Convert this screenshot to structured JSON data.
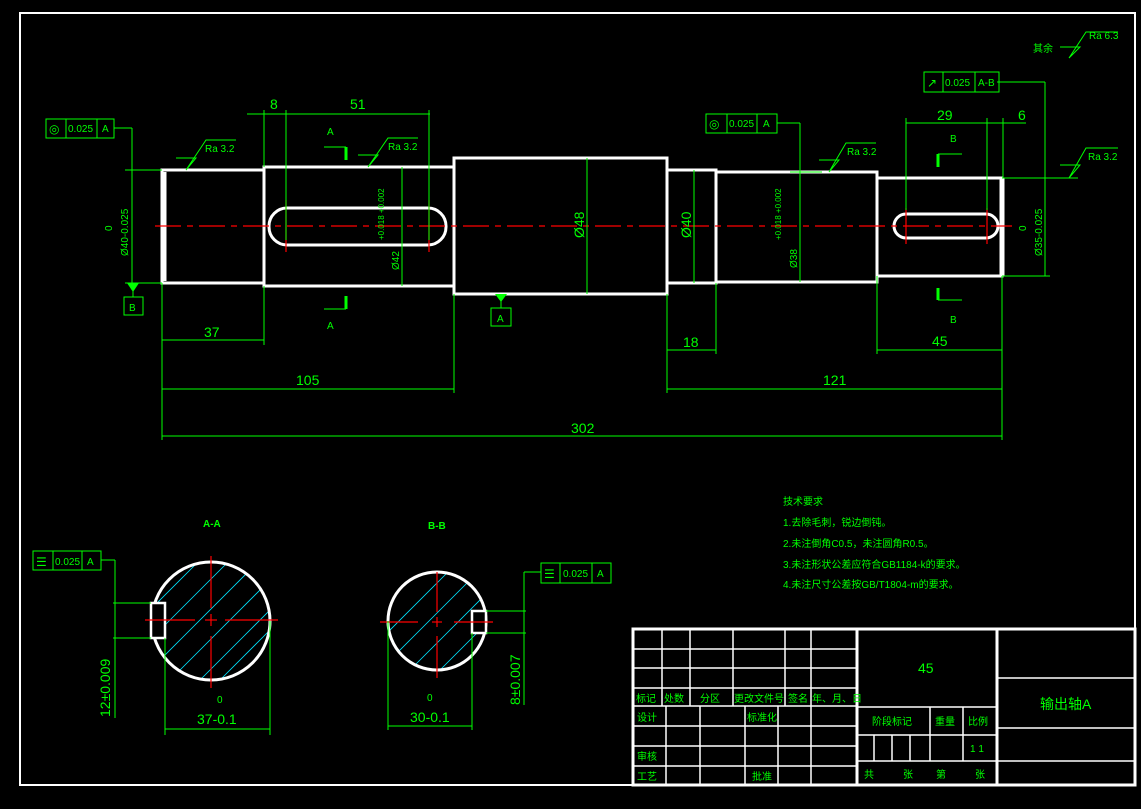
{
  "drawing_title": "输出轴A",
  "material": "45",
  "main_view": {
    "dimensions": {
      "d8": "8",
      "d51": "51",
      "d37": "37",
      "d105": "105",
      "d302": "302",
      "d18": "18",
      "d121": "121",
      "d45": "45",
      "d29": "29",
      "d6": "6",
      "dia40_tol": "Ø40-0.025",
      "dia40_upper": "0",
      "dia42": "Ø42",
      "dia42_tol": "+0.018 +0.002",
      "dia48": "Ø48",
      "dia40b": "Ø40",
      "dia38": "Ø38",
      "dia38_tol": "+0.018 +0.002",
      "dia35_tol": "Ø35-0.025",
      "dia35_upper": "0"
    },
    "roughness": {
      "r1": "Ra 3.2",
      "r2": "Ra 3.2",
      "r3": "Ra 3.2",
      "r4": "Ra 3.2",
      "rest_label": "其余",
      "rest_value": "Ra 6.3"
    },
    "tolerance_frames": [
      {
        "symbol": "◎",
        "value": "0.025",
        "datum": "A"
      },
      {
        "symbol": "◎",
        "value": "0.025",
        "datum": "A"
      },
      {
        "symbol": "↗",
        "value": "0.025",
        "datum": "A-B"
      }
    ],
    "datums": {
      "a": "A",
      "b": "B"
    },
    "section_marks": {
      "a_top": "A",
      "a_bottom": "A",
      "b_top": "B",
      "b_bottom": "B"
    }
  },
  "sections": {
    "aa": {
      "title": "A-A",
      "frame": {
        "symbol": "☰",
        "value": "0.025",
        "datum": "A"
      },
      "depth": "37-0.1",
      "depth_upper": "0",
      "width": "12±0.009"
    },
    "bb": {
      "title": "B-B",
      "frame": {
        "symbol": "☰",
        "value": "0.025",
        "datum": "A"
      },
      "depth": "30-0.1",
      "depth_upper": "0",
      "width": "8±0.007"
    }
  },
  "tech_requirements": {
    "title": "技术要求",
    "items": [
      "1.去除毛刺，锐边倒钝。",
      "2.未注倒角C0.5，未注圆角R0.5。",
      "3.未注形状公差应符合GB1184-k的要求。",
      "4.未注尺寸公差按GB/T1804-m的要求。"
    ]
  },
  "title_block": {
    "headers": [
      "标记",
      "处数",
      "分区",
      "更改文件号",
      "签名",
      "年、月、日"
    ],
    "design": "设计",
    "standardize": "标准化",
    "review": "审核",
    "process": "工艺",
    "approve": "批准",
    "stage_mark": "阶段标记",
    "weight": "重量",
    "scale": "比例",
    "scale_value": "1 1",
    "total": "共",
    "sheets": "张",
    "sheet_no": "第",
    "sheets2": "张"
  }
}
